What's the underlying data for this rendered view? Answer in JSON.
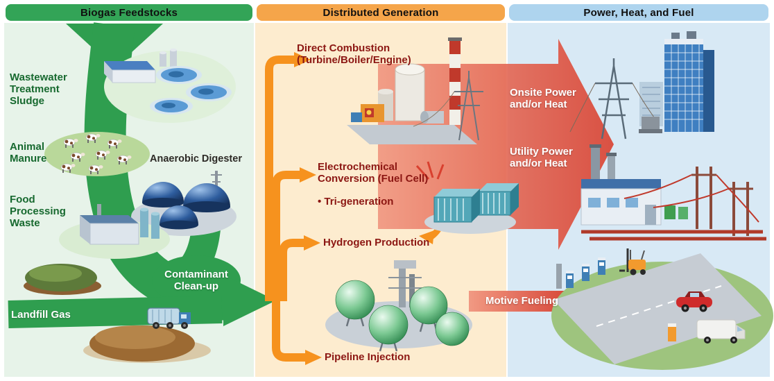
{
  "headers": {
    "feedstocks": "Biogas Feedstocks",
    "generation": "Distributed Generation",
    "outputs": "Power, Heat, and Fuel"
  },
  "feedstocks": {
    "wastewater": "Wastewater Treatment Sludge",
    "animal_manure": "Animal Manure",
    "anaerobic_digester": "Anaerobic Digester",
    "food_processing": "Food Processing Waste",
    "contaminant_cleanup": "Contaminant Clean-up",
    "landfill_gas": "Landfill Gas"
  },
  "generation": {
    "direct_combustion": "Direct Combustion (Turbine/Boiler/Engine)",
    "electrochemical": "Electrochemical Conversion (Fuel Cell)",
    "tri_generation": "• Tri-generation",
    "hydrogen_production": "Hydrogen Production",
    "pipeline_injection": "Pipeline Injection"
  },
  "outputs": {
    "onsite": "Onsite Power and/or Heat",
    "utility": "Utility Power and/or Heat",
    "motive_fueling": "Motive Fueling"
  },
  "colors": {
    "green_header": "#33a457",
    "orange_header": "#f5a54a",
    "blue_header": "#aed4ee",
    "green_bg": "#e7f3e9",
    "orange_bg": "#fdeccf",
    "blue_bg": "#d8e9f5",
    "green_arrow": "#2f9e4f",
    "orange_arrow": "#f6921e",
    "red_arrow": "#d9402f",
    "dark_green_text": "#17692f",
    "dark_red_text": "#8c1713",
    "white_text": "#ffffff"
  }
}
